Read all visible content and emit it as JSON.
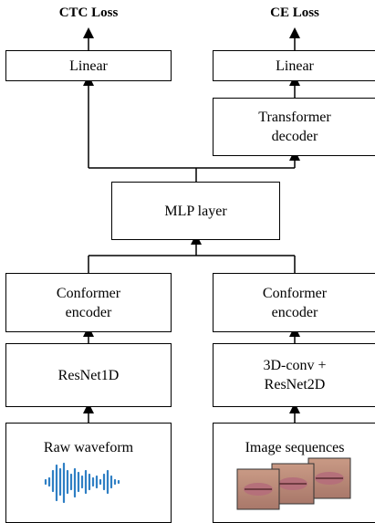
{
  "losses": {
    "ctc": "CTC Loss",
    "ce": "CE Loss"
  },
  "blocks": {
    "linear_left": "Linear",
    "linear_right": "Linear",
    "transformer_decoder": "Transformer decoder",
    "mlp": "MLP layer",
    "conformer_audio": "Conformer encoder",
    "conformer_video": "Conformer encoder",
    "resnet1d": "ResNet1D",
    "resnet2d": "3D-conv + ResNet2D"
  },
  "inputs": {
    "audio": "Raw waveform",
    "video": "Image sequences"
  },
  "colors": {
    "waveform": "#2f7fc4",
    "lip": "#b5707a"
  }
}
